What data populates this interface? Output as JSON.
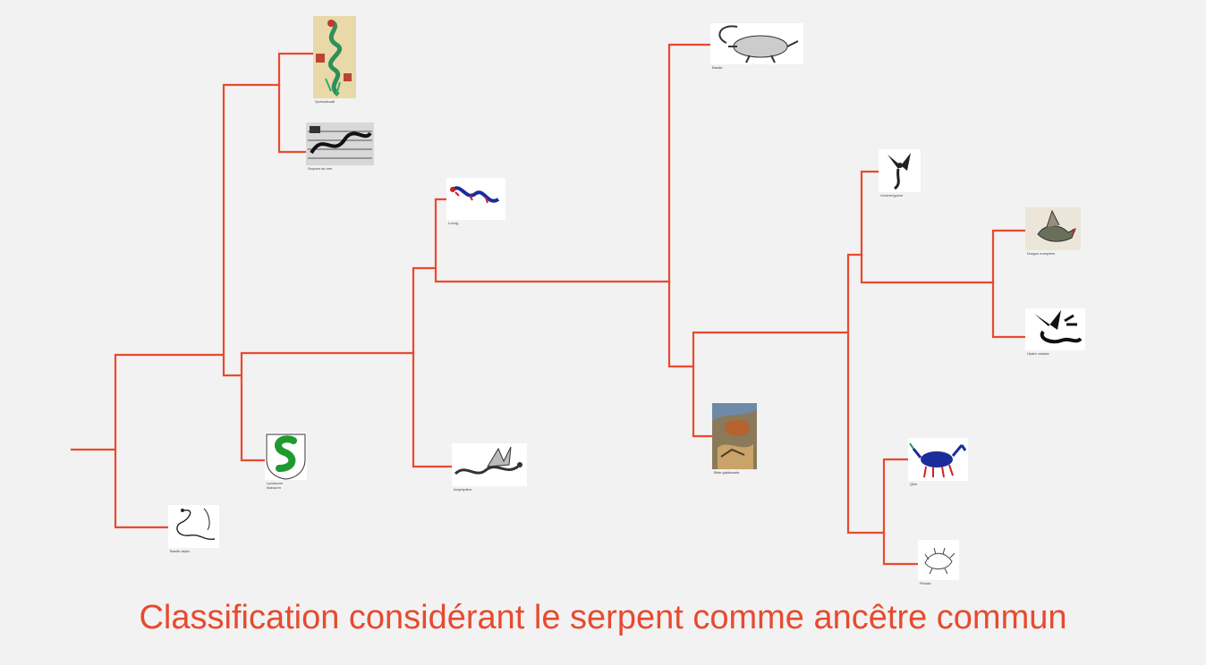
{
  "colors": {
    "background": "#f2f2f2",
    "branch": "#e84a2f",
    "caption": "#e84a2f"
  },
  "caption": "Classification considérant le serpent comme ancêtre commun",
  "leaves": {
    "quetzalcoatl": {
      "label": "Quetzalcoatl",
      "icon": "feathered-serpent-codex-image"
    },
    "serpent_de_mer": {
      "label": "Serpent de mer",
      "icon": "sea-serpent-engraving-image"
    },
    "basilic_aspic": {
      "label": "Basilic aspic",
      "icon": "coiled-serpent-sketch-image"
    },
    "lyndwurm": {
      "label": "Lyndwurm\nlindworm",
      "icon": "green-dragon-coat-of-arms-image"
    },
    "loong": {
      "label": "Loong",
      "icon": "chinese-dragon-image"
    },
    "amphiptere": {
      "label": "Amphiptère",
      "icon": "winged-serpent-engraving-image"
    },
    "basilic": {
      "label": "Basilic",
      "icon": "basilisk-engraving-image"
    },
    "vouivre": {
      "label": "Vouivre/guivre",
      "icon": "wyvern-engraving-image"
    },
    "dragon_europeen": {
      "label": "Dragon européen",
      "icon": "european-dragon-image"
    },
    "hydre": {
      "label": "Hydre volante",
      "icon": "hydra-engraving-image"
    },
    "bete_glatissante": {
      "label": "Bête glatissante",
      "icon": "questing-beast-painting-image"
    },
    "qilin": {
      "label": "Qilin",
      "icon": "qilin-image"
    },
    "peluda": {
      "label": "Peluda",
      "icon": "peluda-sketch-image"
    }
  }
}
